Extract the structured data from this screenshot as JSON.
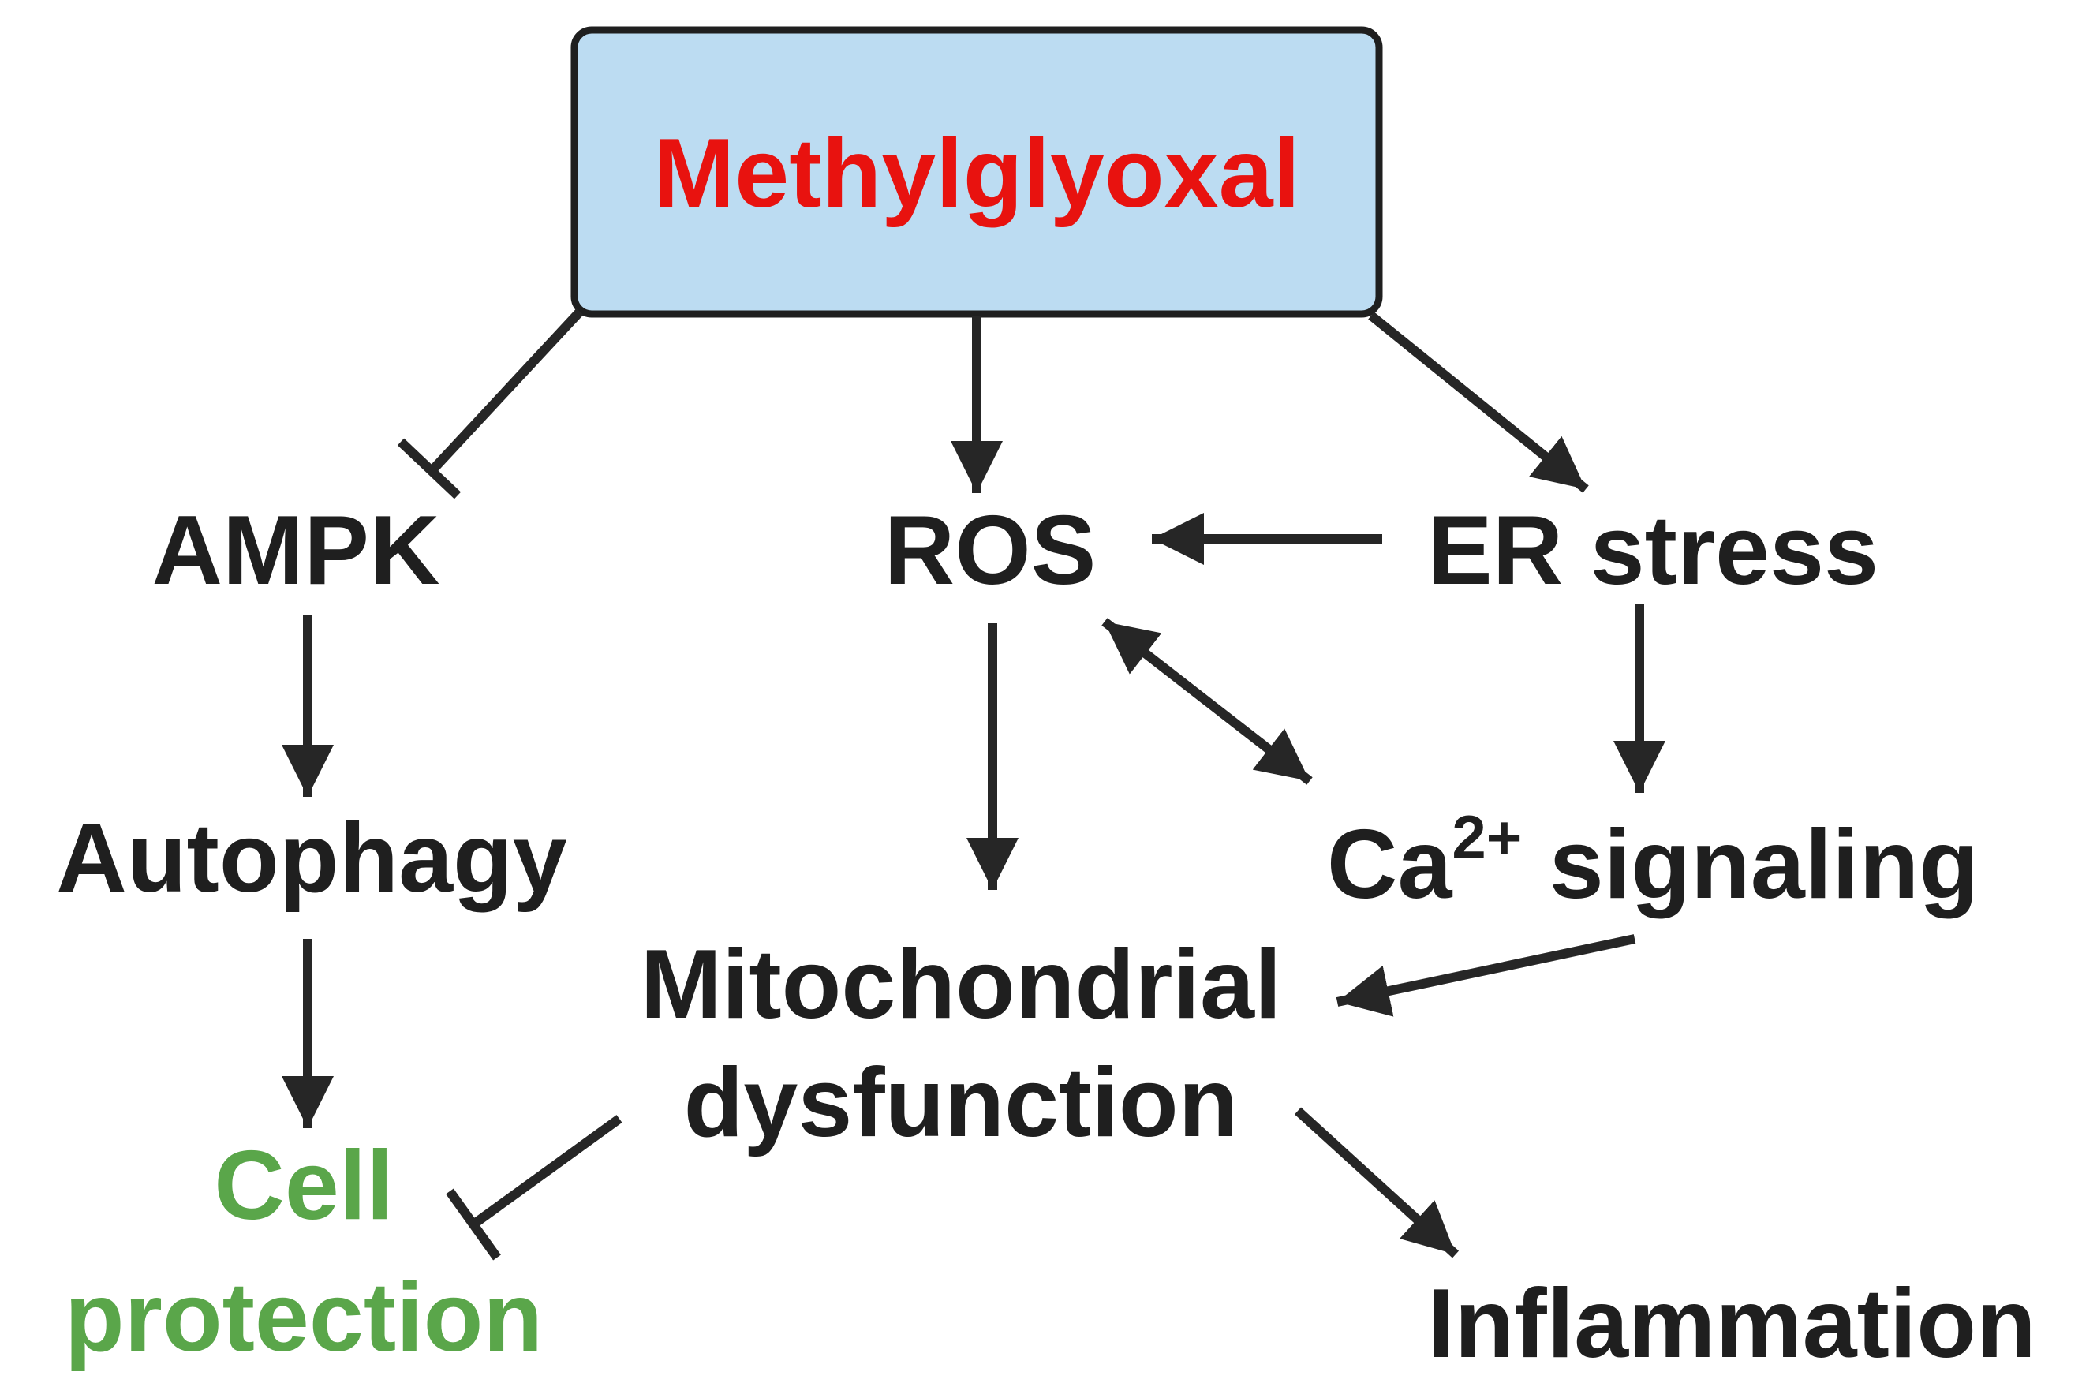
{
  "nodes": {
    "methylglyoxal": {
      "label": "Methylglyoxal",
      "color": "#e8120f",
      "box_fill": "#bcdcf2"
    },
    "ampk": {
      "label": "AMPK"
    },
    "ros": {
      "label": "ROS"
    },
    "er_stress": {
      "label": "ER stress"
    },
    "autophagy": {
      "label": "Autophagy"
    },
    "ca_signaling": {
      "label_prefix": "Ca",
      "label_superscript": "2+",
      "label_suffix": " signaling"
    },
    "mitochondrial_dysfunction": {
      "line1": "Mitochondrial",
      "line2": "dysfunction"
    },
    "cell_protection": {
      "line1": "Cell",
      "line2": "protection",
      "color": "#5aa64a"
    },
    "inflammation": {
      "label": "Inflammation"
    }
  },
  "edges": [
    {
      "from": "Methylglyoxal",
      "to": "AMPK",
      "type": "inhibition"
    },
    {
      "from": "Methylglyoxal",
      "to": "ROS",
      "type": "activation"
    },
    {
      "from": "Methylglyoxal",
      "to": "ER stress",
      "type": "activation"
    },
    {
      "from": "ER stress",
      "to": "ROS",
      "type": "activation"
    },
    {
      "from": "AMPK",
      "to": "Autophagy",
      "type": "activation"
    },
    {
      "from": "Autophagy",
      "to": "Cell protection",
      "type": "activation"
    },
    {
      "from": "ROS",
      "to": "Mitochondrial dysfunction",
      "type": "activation"
    },
    {
      "from": "ROS",
      "to": "Ca2+ signaling",
      "type": "bidirectional"
    },
    {
      "from": "ER stress",
      "to": "Ca2+ signaling",
      "type": "activation"
    },
    {
      "from": "Ca2+ signaling",
      "to": "Mitochondrial dysfunction",
      "type": "activation"
    },
    {
      "from": "Mitochondrial dysfunction",
      "to": "Cell protection",
      "type": "inhibition"
    },
    {
      "from": "Mitochondrial dysfunction",
      "to": "Inflammation",
      "type": "activation"
    }
  ]
}
